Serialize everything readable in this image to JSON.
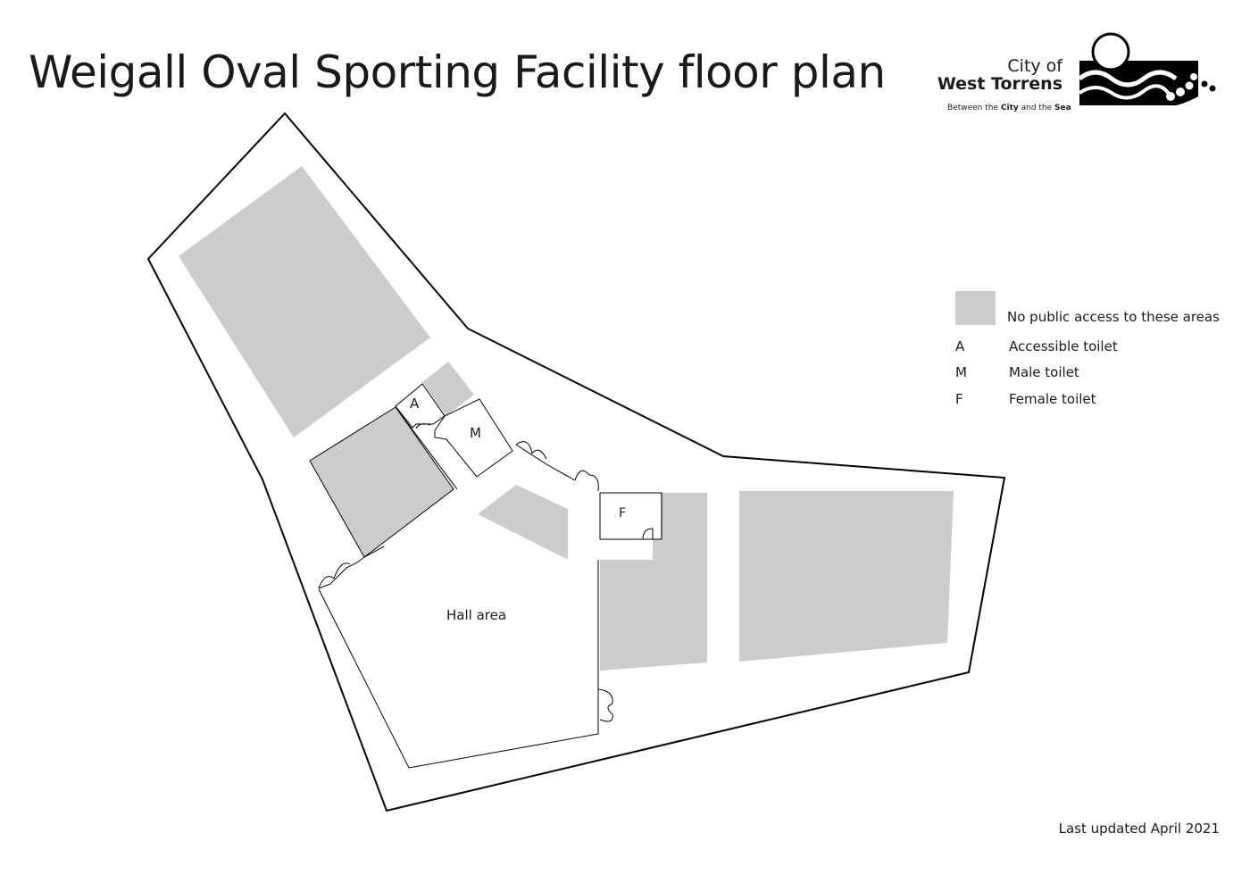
{
  "title": "Weigall Oval Sporting Facility floor plan",
  "logo": {
    "line1": "City of",
    "line2": "West Torrens",
    "tagline_prefix": "Between the ",
    "tagline_bold1": "City",
    "tagline_mid": " and the ",
    "tagline_bold2": "Sea"
  },
  "rooms": {
    "accessible": "A",
    "male": "M",
    "female": "F",
    "hall": "Hall area"
  },
  "legend": {
    "restricted": "No public access to these areas",
    "items": [
      {
        "key": "A",
        "label": "Accessible toilet"
      },
      {
        "key": "M",
        "label": "Male toilet"
      },
      {
        "key": "F",
        "label": "Female toilet"
      }
    ]
  },
  "footnote": "Last updated April 2021",
  "colors": {
    "restricted_fill": "#cccccc",
    "outline": "#000000",
    "background": "#ffffff"
  }
}
